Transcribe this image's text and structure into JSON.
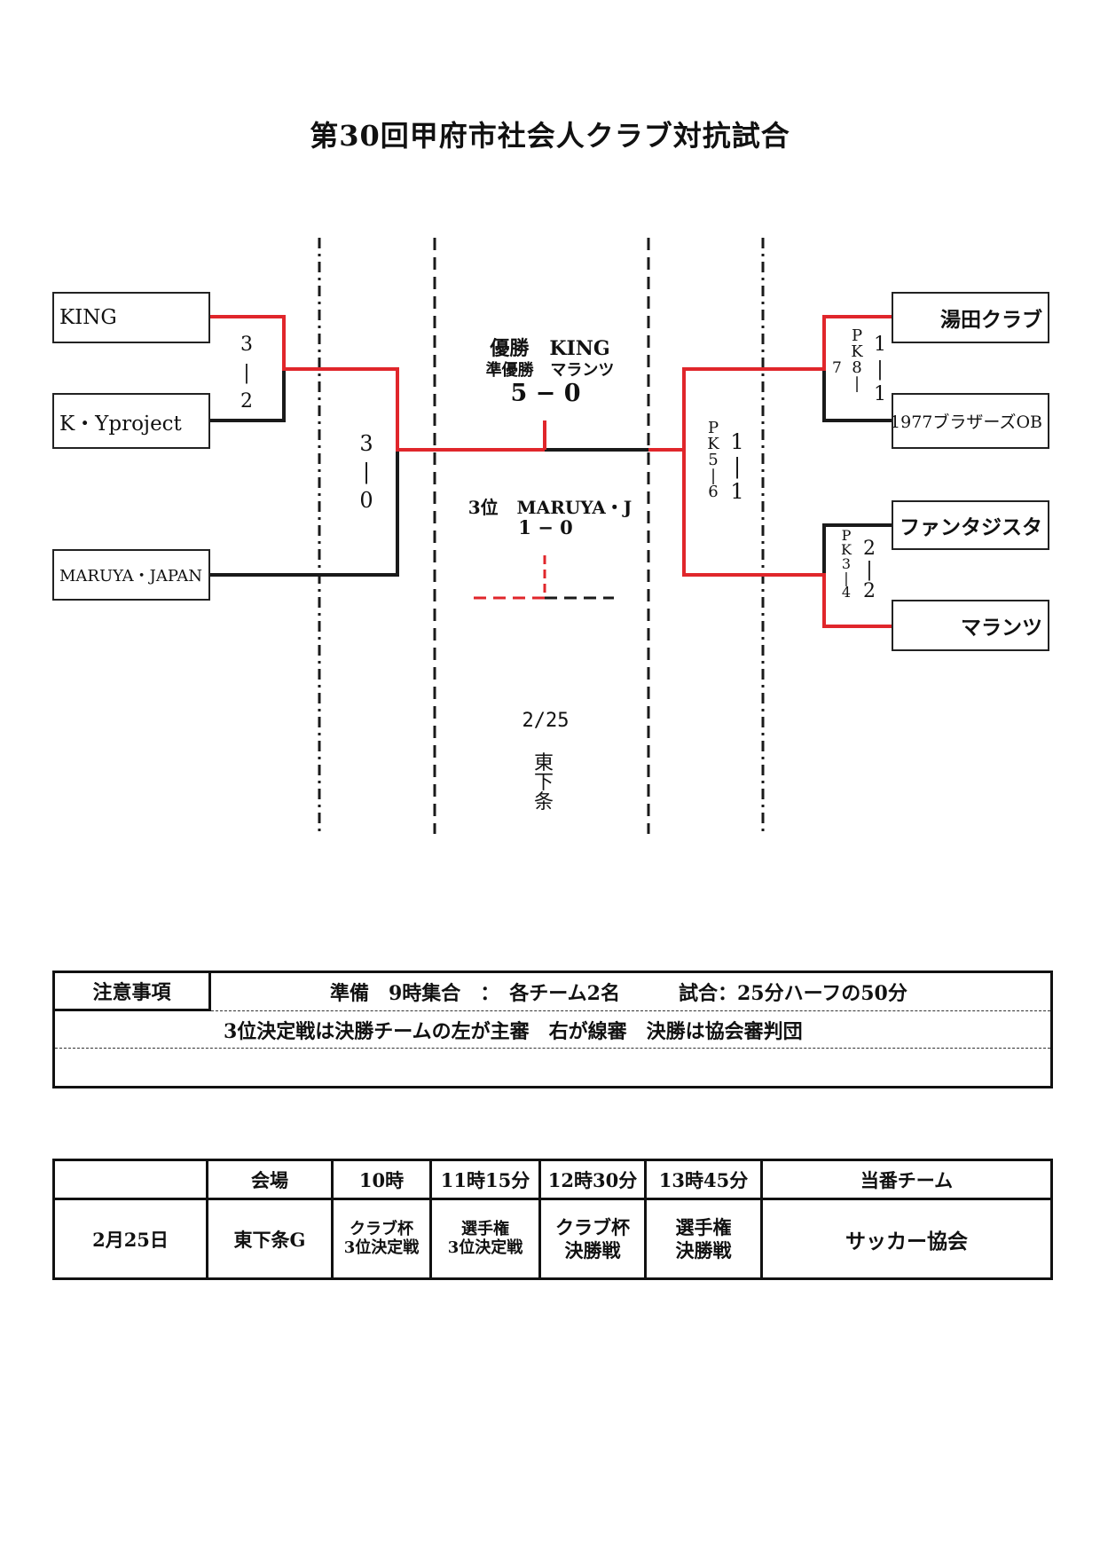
{
  "title": "第30回甲府市社会人クラブ対抗試合",
  "bracket": {
    "left_teams": [
      "KING",
      "K・Yproject",
      "MARUYA・JAPAN"
    ],
    "right_teams": [
      "湯田クラブ",
      "1977ブラザーズOB",
      "ファンタジスタ",
      "マランツ"
    ],
    "scores": {
      "king_ky": [
        "3",
        "|",
        "2"
      ],
      "semi_left": [
        "3",
        "|",
        "0"
      ],
      "yuda_1977": [
        "1",
        "|",
        "1"
      ],
      "yuda_1977_pk": [
        "P",
        "K",
        "8",
        "|"
      ],
      "yuda_1977_pk_side": "7",
      "semi_right": [
        "1",
        "|",
        "1"
      ],
      "semi_right_pk": [
        "P",
        "K",
        "5",
        "|",
        "6"
      ],
      "fanta_marantz": [
        "2",
        "|",
        "2"
      ],
      "fanta_marantz_pk": [
        "P",
        "K",
        "3",
        "|",
        "4"
      ]
    },
    "winner_label": "優勝",
    "winner_team": "KING",
    "runnerup_label": "準優勝",
    "runnerup_team": "マランツ",
    "final_score": "5 − 0",
    "third_label": "3位",
    "third_team": "MARUYA・J",
    "third_score": "1 − 0",
    "date": "2/25",
    "venue_vertical": [
      "東",
      "下",
      "条"
    ]
  },
  "notes": {
    "header": "注意事項",
    "line1": "準備　9時集合　：　各チーム2名　　　試合：25分ハーフの50分",
    "line2": "3位決定戦は決勝チームの左が主審　右が線審　決勝は協会審判団",
    "line3": ""
  },
  "schedule": {
    "headers": [
      "",
      "会場",
      "10時",
      "11時15分",
      "12時30分",
      "13時45分",
      "当番チーム"
    ],
    "row": {
      "date": "2月25日",
      "venue": "東下条G",
      "slot1": [
        "クラブ杯",
        "3位決定戦"
      ],
      "slot2": [
        "選手権",
        "3位決定戦"
      ],
      "slot3": [
        "クラブ杯",
        "決勝戦"
      ],
      "slot4": [
        "選手権",
        "決勝戦"
      ],
      "duty": "サッカー協会"
    }
  },
  "colors": {
    "winner_line": "#e0262b",
    "line": "#1a1a1a"
  }
}
